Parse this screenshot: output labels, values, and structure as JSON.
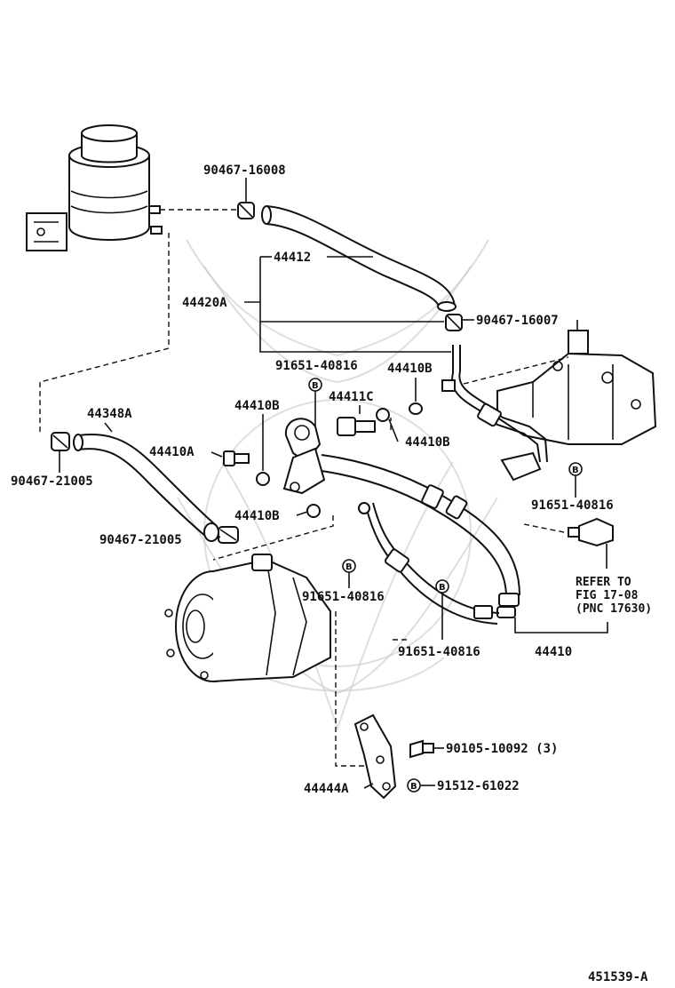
{
  "labels": {
    "p90467_16008": "90467-16008",
    "p44412": "44412",
    "p44420A": "44420A",
    "p90467_16007": "90467-16007",
    "p91651_40816_top": "91651-40816",
    "p44410B_top": "44410B",
    "p44411C": "44411C",
    "p44410B_mid": "44410B",
    "p44410B_right": "44410B",
    "p44348A": "44348A",
    "p90467_21005_left": "90467-21005",
    "p44410A": "44410A",
    "p44410B_low": "44410B",
    "p90467_21005_mid": "90467-21005",
    "p91651_40816_right": "91651-40816",
    "p91651_40816_pump": "91651-40816",
    "p91651_40816_bottom": "91651-40816",
    "p44410": "44410",
    "refer_line1": "REFER TO",
    "refer_line2": "FIG 17-08",
    "refer_line3": "(PNC 17630)",
    "p90105_10092": "90105-10092 (3)",
    "p44444A": "44444A",
    "p91512_61022": "91512-61022",
    "diagram_code": "451539-A"
  },
  "markers": {
    "b_letter": "B"
  }
}
